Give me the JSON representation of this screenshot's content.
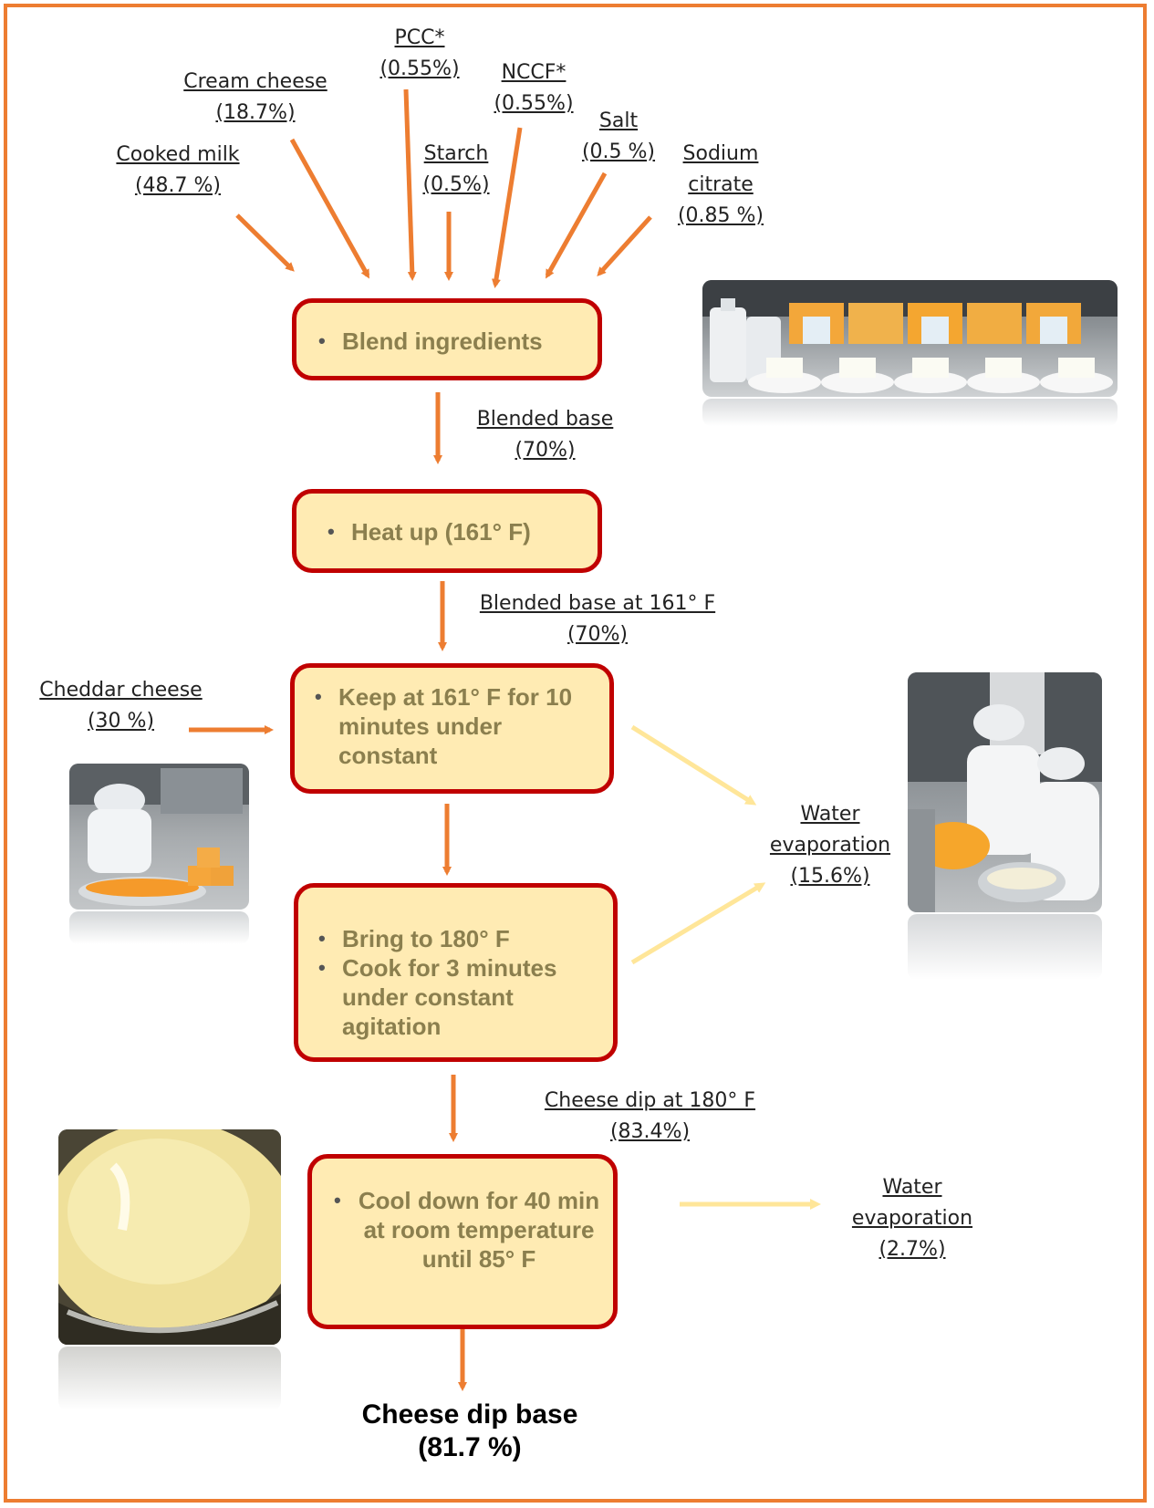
{
  "colors": {
    "frame": "#ED7D31",
    "arrow_main": "#ED7D31",
    "arrow_evaporation": "#FFE699",
    "step_fill": "#FFEBB3",
    "step_border": "#C00000",
    "step_text": "#8B7F4E"
  },
  "inputs": {
    "cooked_milk": {
      "name": "Cooked milk",
      "pct": "(48.7 %)"
    },
    "cream_cheese": {
      "name": "Cream cheese",
      "pct": "(18.7%)"
    },
    "pcc": {
      "name": "PCC*",
      "pct": "(0.55%)"
    },
    "starch": {
      "name": "Starch",
      "pct": "(0.5%)"
    },
    "nccf": {
      "name": "NCCF*",
      "pct": "(0.55%)"
    },
    "salt": {
      "name": "Salt",
      "pct": "(0.5 %)"
    },
    "sodium_citrate": {
      "name1": "Sodium",
      "name2": "citrate",
      "pct": "(0.85 %)"
    },
    "cheddar_cheese": {
      "name": "Cheddar cheese",
      "pct": "(30 %)"
    }
  },
  "steps": {
    "blend": "Blend ingredients",
    "heat": "Heat up (161° F)",
    "keep": "Keep at 161° F for 10 minutes under constant",
    "bring": "Bring to 180° F",
    "cook": "Cook for 3 minutes under constant agitation",
    "cool": "Cool down for 40 min at room temperature until  85° F"
  },
  "flows": {
    "blended_base": {
      "name": "Blended base",
      "pct": "(70%)"
    },
    "blended_base_161": {
      "name": "Blended base at 161° F",
      "pct": "(70%)"
    },
    "cheese_dip_180": {
      "name": "Cheese dip at 180° F",
      "pct": "(83.4%)"
    },
    "water_evap_1": {
      "name1": "Water",
      "name2": "evaporation",
      "pct": "(15.6%)"
    },
    "water_evap_2": {
      "name1": "Water",
      "name2": "evaporation",
      "pct": "(2.7%)"
    }
  },
  "output": {
    "name": "Cheese dip base",
    "pct": "(81.7 %)"
  }
}
